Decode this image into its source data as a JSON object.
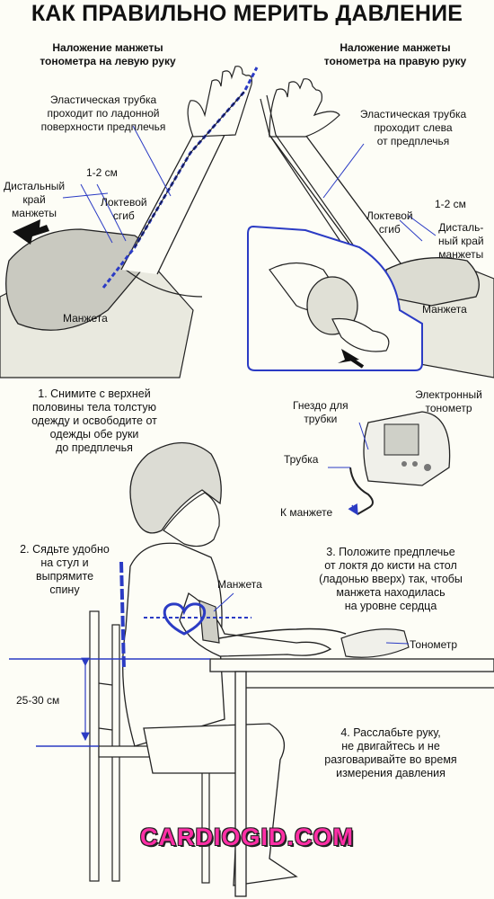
{
  "title": "КАК ПРАВИЛЬНО МЕРИТЬ ДАВЛЕНИЕ",
  "left_panel": {
    "heading": "Наложение манжеты\nтонометра на левую руку",
    "tube_note": "Эластическая трубка\nпроходит по ладонной\nповерхности предплечья",
    "gap": "1-2 см",
    "distal_edge": "Дистальный\nкрай\nманжеты",
    "elbow_fold": "Локтевой\nсгиб",
    "cuff": "Манжета"
  },
  "right_panel": {
    "heading": "Наложение манжеты\nтонометра на правую руку",
    "tube_note": "Эластическая трубка\nпроходит слева\nот предплечья",
    "gap": "1-2 см",
    "elbow_fold": "Локтевой\nсгиб",
    "distal_edge": "Дисталь-\nный край\nманжеты",
    "cuff": "Манжета"
  },
  "steps": {
    "step1": "1. Снимите с верхней\nполовины тела толстую\nодежду и освободите от\nодежды обе руки\nдо предплечья",
    "step2": "2. Сядьте удобно\nна стул и\nвыпрямите\nспину",
    "step3": "3. Положите предплечье\nот локтя до кисти на стол\n(ладонью вверх) так, чтобы\nманжета находилась\nна уровне сердца",
    "step4": "4. Расслабьте руку,\nне двигайтесь и не\nразговаривайте во время\nизмерения давления"
  },
  "device": {
    "tube_socket": "Гнездо для\nтрубки",
    "electronic_tonometer": "Электронный\nтонометр",
    "tube": "Трубка",
    "to_cuff": "К манжете"
  },
  "scene": {
    "cuff": "Манжета",
    "tonometer": "Тонометр",
    "height": "25-30 см"
  },
  "watermark": "CARDIOGID.COM"
}
